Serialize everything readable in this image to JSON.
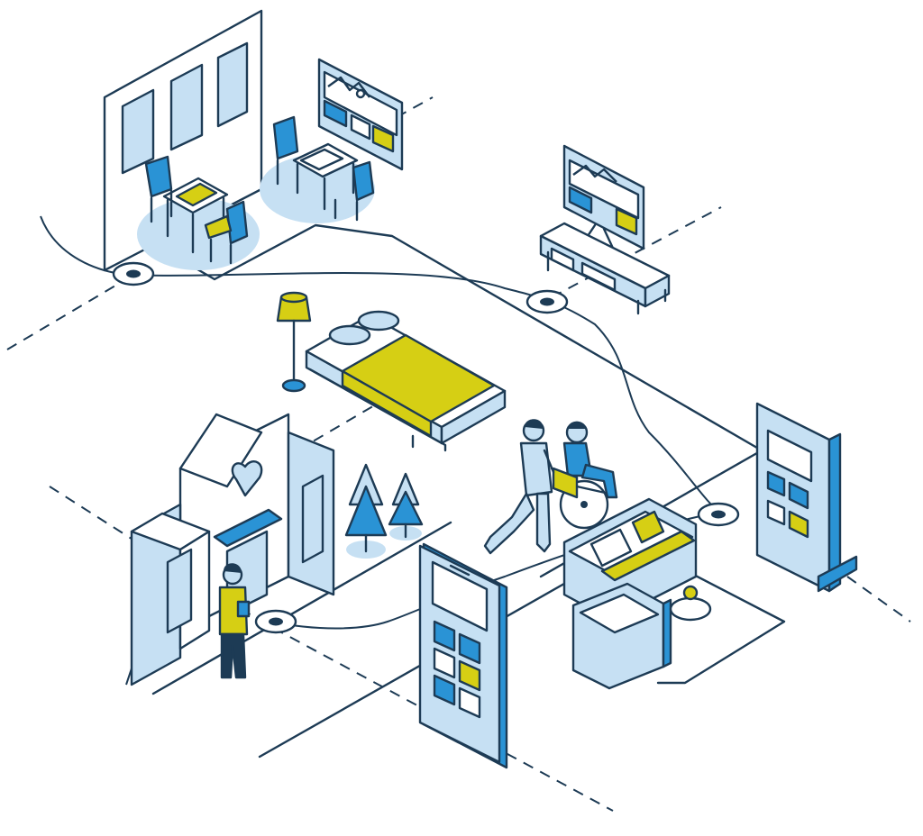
{
  "colors": {
    "outline": "#1d3b55",
    "light_blue": "#c6e0f3",
    "blue": "#2a93d5",
    "yellow": "#d6cf14",
    "white": "#ffffff"
  },
  "scene": {
    "elements": [
      "dining-room",
      "wall-monitor",
      "tv-console",
      "floor-lamp",
      "double-bed",
      "care-home-building",
      "pine-trees",
      "caregiver-with-wheelchair",
      "resident-with-tablet",
      "smartphone-app-panel",
      "kiosk-app-panel",
      "lounge-sofa",
      "network-nodes"
    ]
  }
}
